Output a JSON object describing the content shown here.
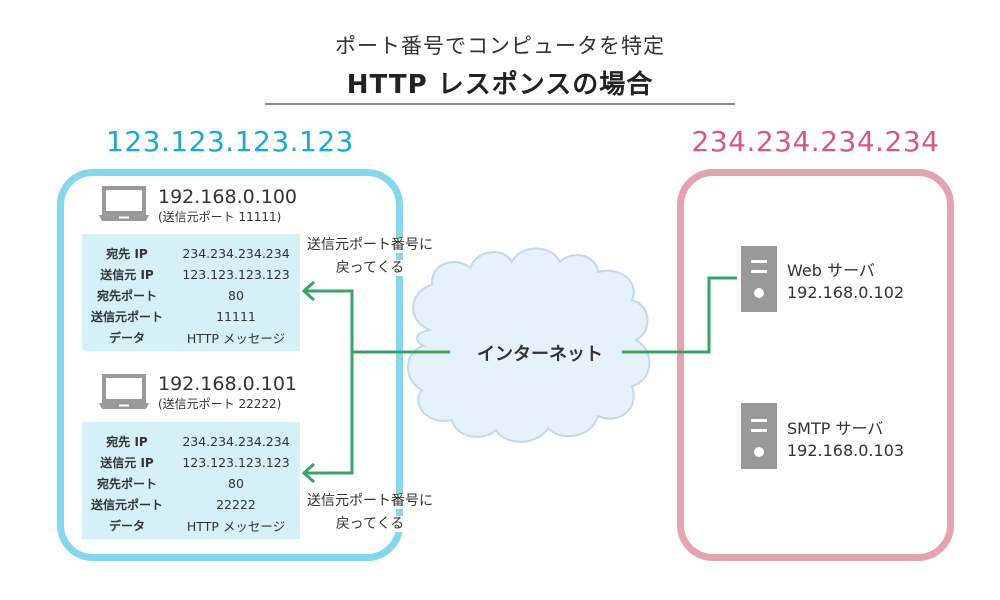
{
  "title": {
    "subtitle": "ポート番号でコンピュータを特定",
    "main": "HTTP レスポンスの場合"
  },
  "left_network": {
    "global_ip": "123.123.123.123",
    "color": "#1aa9d6",
    "border_color": "#86d7ee",
    "hosts": [
      {
        "ip": "192.168.0.100",
        "port_note": "(送信元ポート 11111)",
        "packet": [
          {
            "key": "宛先 IP",
            "value": "234.234.234.234"
          },
          {
            "key": "送信元 IP",
            "value": "123.123.123.123"
          },
          {
            "key": "宛先ポート",
            "value": "80"
          },
          {
            "key": "送信元ポート",
            "value": "11111"
          },
          {
            "key": "データ",
            "value": "HTTP メッセージ"
          }
        ],
        "return_note": [
          "送信元ポート番号に",
          "戻ってくる"
        ]
      },
      {
        "ip": "192.168.0.101",
        "port_note": "(送信元ポート 22222)",
        "packet": [
          {
            "key": "宛先 IP",
            "value": "234.234.234.234"
          },
          {
            "key": "送信元 IP",
            "value": "123.123.123.123"
          },
          {
            "key": "宛先ポート",
            "value": "80"
          },
          {
            "key": "送信元ポート",
            "value": "22222"
          },
          {
            "key": "データ",
            "value": "HTTP メッセージ"
          }
        ],
        "return_note": [
          "送信元ポート番号に",
          "戻ってくる"
        ]
      }
    ]
  },
  "internet": {
    "label": "インターネット"
  },
  "right_network": {
    "global_ip": "234.234.234.234",
    "color": "#d45b7d",
    "border_color": "#e4a3b3",
    "servers": [
      {
        "name": "Web サーバ",
        "ip": "192.168.0.102"
      },
      {
        "name": "SMTP サーバ",
        "ip": "192.168.0.103"
      }
    ]
  },
  "colors": {
    "connector": "#3aa468",
    "packet_bg": "#d6f0f7",
    "device_gray": "#999999",
    "cloud_fill": "#e6f2fa",
    "cloud_stroke": "#c3d8ea"
  }
}
